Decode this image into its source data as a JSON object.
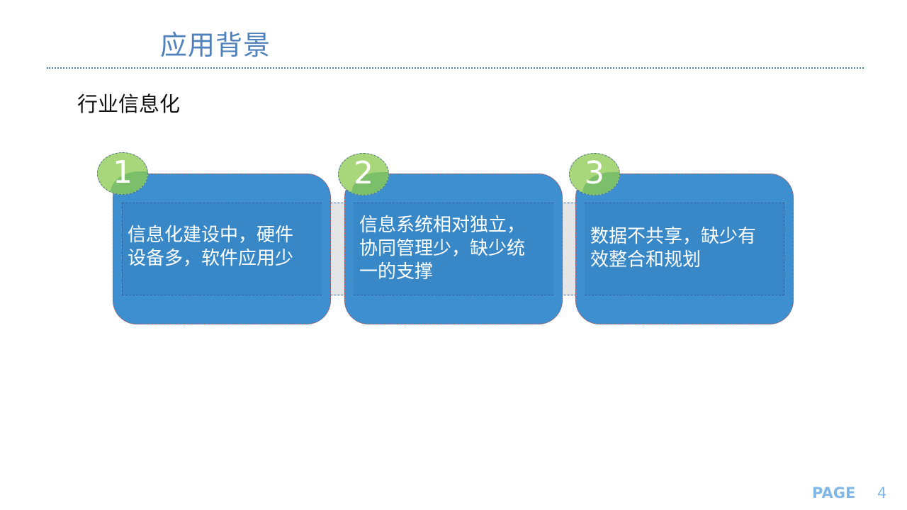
{
  "header": {
    "title": "应用背景"
  },
  "section": {
    "subtitle": "行业信息化"
  },
  "cards": [
    {
      "number": "1",
      "text_lines": [
        "信息化建设中，硬件",
        "设备多，软件应用少"
      ]
    },
    {
      "number": "2",
      "text_lines": [
        "信息系统相对独立，",
        "协同管理少，缺少统",
        "一的支撑"
      ]
    },
    {
      "number": "3",
      "text_lines": [
        "数据不共享，缺少有",
        "效整合和规划"
      ]
    }
  ],
  "footer": {
    "page_label": "PAGE",
    "page_number": "4"
  },
  "colors": {
    "title": "#4f81bd",
    "card_fill": "#3d8fd0",
    "badge_fill": "#a8d67a",
    "footer": "#7fb8e6"
  }
}
